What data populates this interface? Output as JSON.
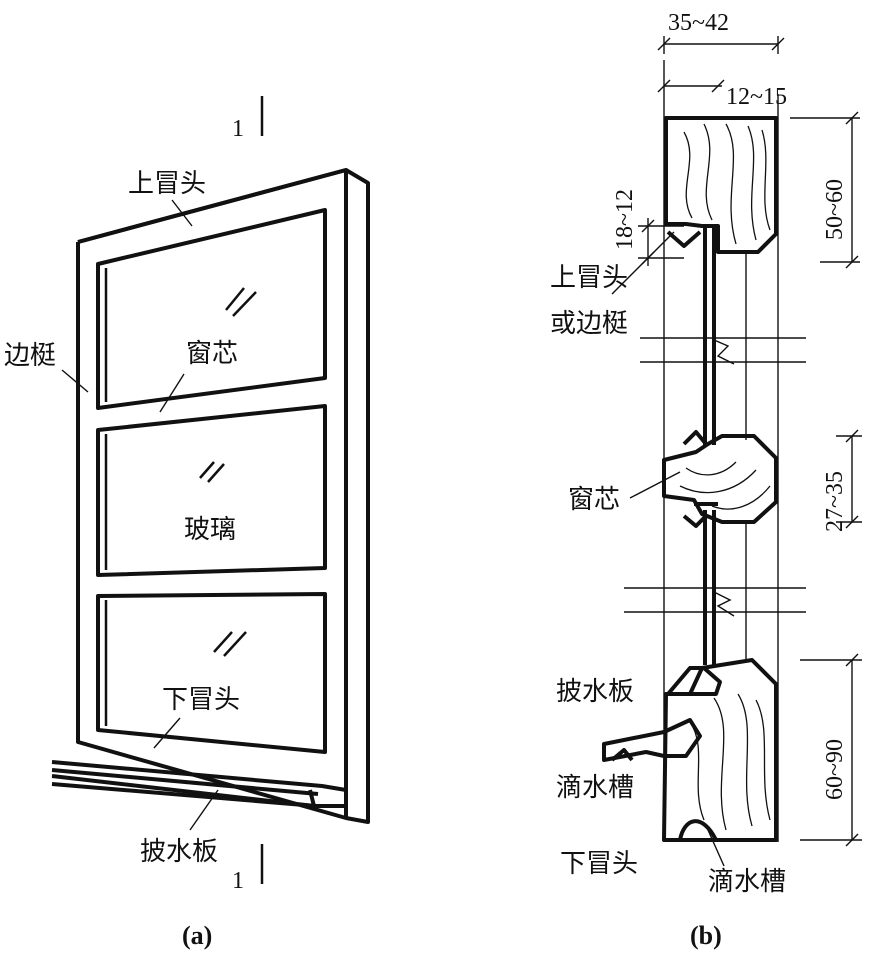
{
  "figure_a": {
    "caption": "(a)",
    "section_mark_top": "1",
    "section_mark_bottom": "1",
    "labels": {
      "top_rail": "上冒头",
      "stile": "边梃",
      "muntin": "窗芯",
      "glass": "玻璃",
      "bottom_rail": "下冒头",
      "weatherboard": "披水板"
    }
  },
  "figure_b": {
    "caption": "(b)",
    "dimensions": {
      "total_thickness": "35~42",
      "rebate_depth": "12~15",
      "top_rail_height": "50~60",
      "rebate_height": "18~12",
      "muntin_height": "27~35",
      "bottom_rail_height": "60~90"
    },
    "labels": {
      "top_rail_or_stile_line1": "上冒头",
      "top_rail_or_stile_line2": "或边梃",
      "muntin": "窗芯",
      "weatherboard": "披水板",
      "drip_groove_left": "滴水槽",
      "bottom_rail": "下冒头",
      "drip_groove_bottom": "滴水槽"
    }
  }
}
